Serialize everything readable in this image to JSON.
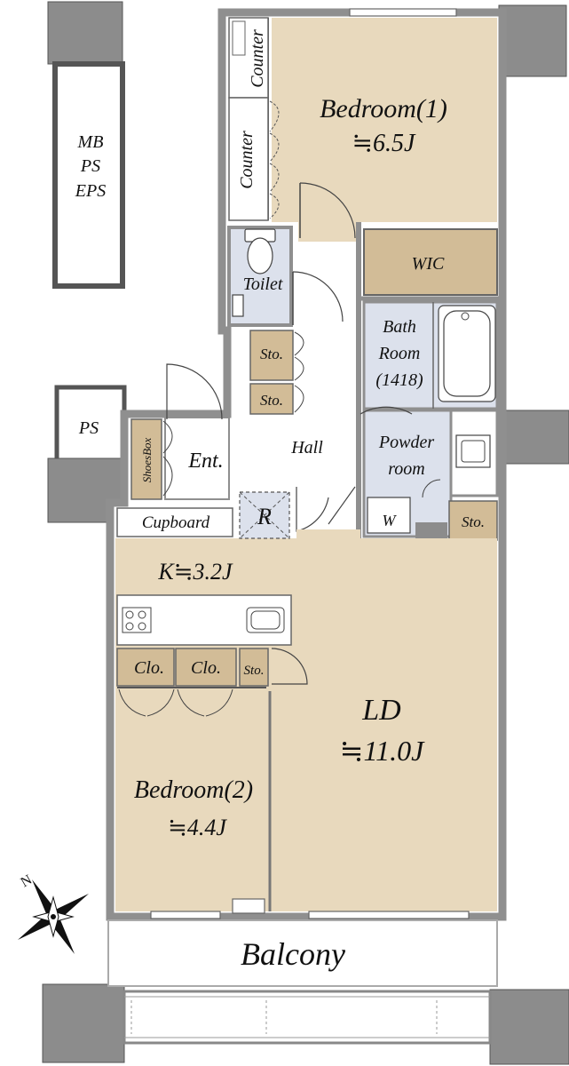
{
  "rooms": {
    "bedroom1": {
      "name": "Bedroom(1)",
      "size": "≒6.5J"
    },
    "bedroom2": {
      "name": "Bedroom(2)",
      "size": "≒4.4J"
    },
    "ld": {
      "name": "LD",
      "size": "≒11.0J"
    },
    "kitchen": {
      "name": "K≒3.2J"
    },
    "wic": {
      "name": "WIC"
    },
    "toilet": {
      "name": "Toilet"
    },
    "bath": {
      "line1": "Bath",
      "line2": "Room",
      "line3": "(1418)"
    },
    "powder": {
      "line1": "Powder",
      "line2": "room"
    },
    "washer": {
      "name": "W"
    },
    "hall": {
      "name": "Hall"
    },
    "entrance": {
      "name": "Ent."
    },
    "shoesbox": {
      "name": "ShoesBox"
    },
    "cupboard": {
      "name": "Cupboard"
    },
    "refrigerator": {
      "name": "R"
    },
    "balcony": {
      "name": "Balcony"
    },
    "counter_top": {
      "name": "Counter"
    },
    "counter_mid": {
      "name": "Counter"
    },
    "storage_1": {
      "name": "Sto."
    },
    "storage_2": {
      "name": "Sto."
    },
    "storage_powder": {
      "name": "Sto."
    },
    "storage_kitchen": {
      "name": "Sto."
    },
    "closet_1": {
      "name": "Clo."
    },
    "closet_2": {
      "name": "Clo."
    },
    "shaft_mb": {
      "line1": "MB",
      "line2": "PS",
      "line3": "EPS"
    },
    "shaft_ps": {
      "name": "PS"
    }
  },
  "compass": {
    "label": "N"
  },
  "colors": {
    "floor": "#e8d9bd",
    "closet": "#d2bc97",
    "wet": "#dce1ec",
    "column": "#8c8c8c",
    "wall": "#8f8f8f"
  }
}
